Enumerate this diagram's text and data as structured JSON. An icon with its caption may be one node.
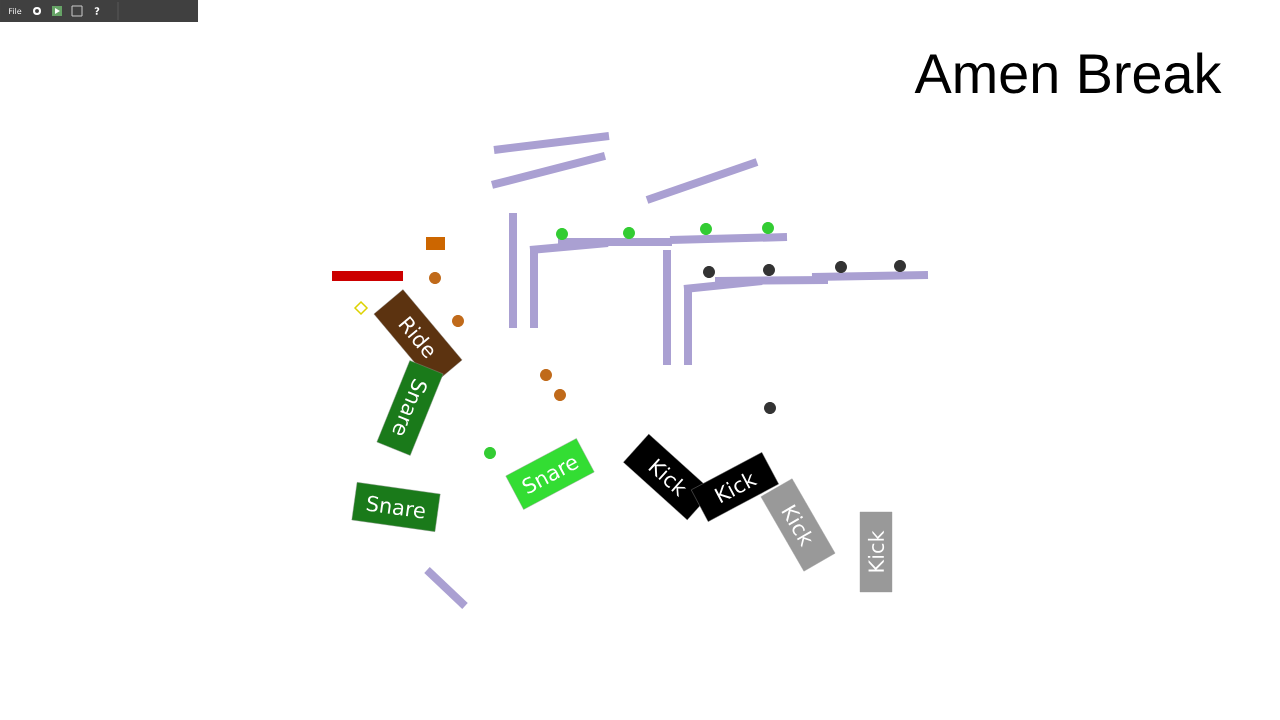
{
  "diagram": {
    "title": "Amen Break",
    "nodes": [
      {
        "text": [
          "Ride"
        ]
      },
      {
        "text": [
          "Snare"
        ]
      },
      {
        "text": [
          "Snare"
        ]
      },
      {
        "text": [
          "Snare"
        ]
      },
      {
        "text": [
          "Kick"
        ]
      },
      {
        "text": [
          "Kick"
        ]
      },
      {
        "text": [
          "Kick"
        ]
      },
      {
        "text": [
          "Kick"
        ]
      }
    ],
    "labels": [
      "File",
      "?"
    ]
  }
}
